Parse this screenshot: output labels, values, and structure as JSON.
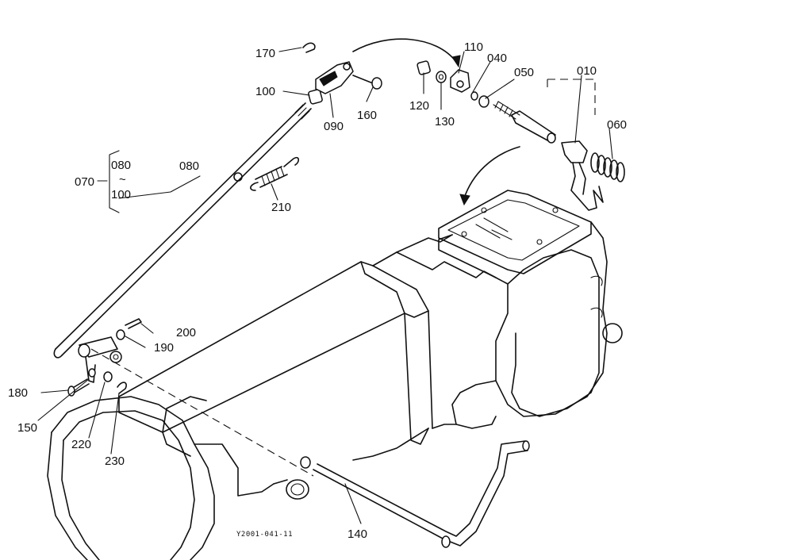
{
  "labels": {
    "p170": "170",
    "p110": "110",
    "p040": "040",
    "p050": "050",
    "p010": "010",
    "p100": "100",
    "p120": "120",
    "p130": "130",
    "p160": "160",
    "p090": "090",
    "p060": "060",
    "p080_top": "080",
    "p070": "070",
    "p080_group": "080",
    "p100_group": "100",
    "group_tilde": "~",
    "p210": "210",
    "p200": "200",
    "p190": "190",
    "p180": "180",
    "p150": "150",
    "p220": "220",
    "p230": "230",
    "p140": "140"
  },
  "figure_code": "Y2001-041-11"
}
